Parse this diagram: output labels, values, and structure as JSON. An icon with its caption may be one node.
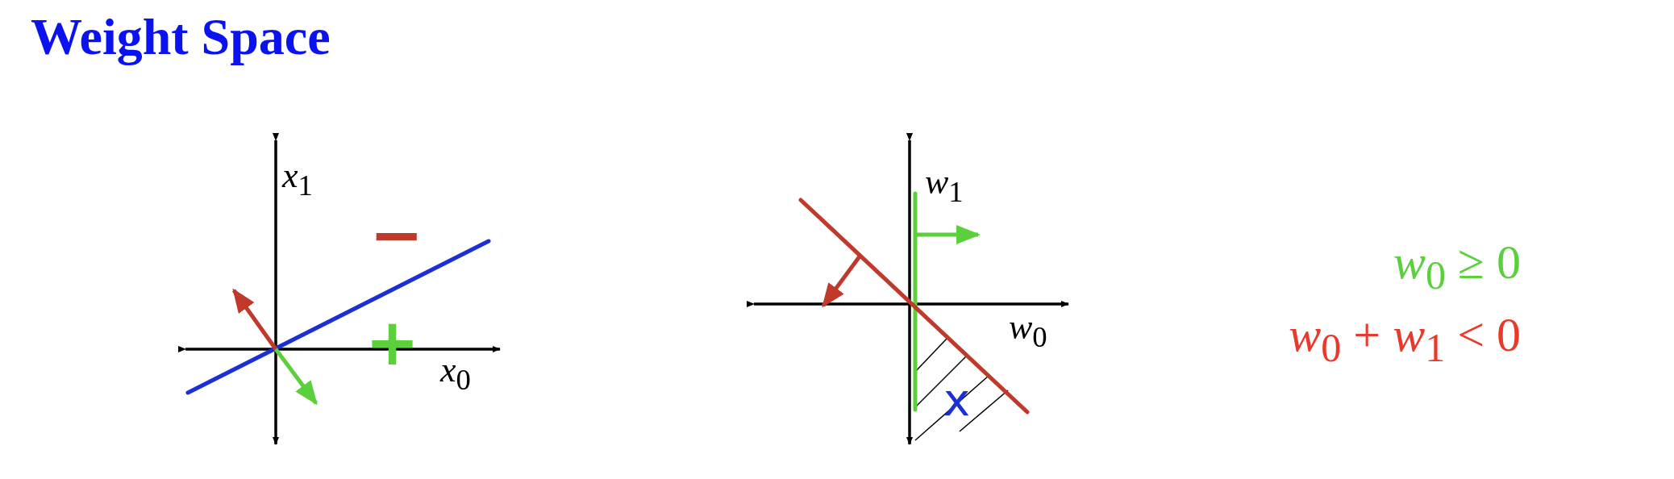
{
  "diagram": {
    "title": "Weight Space",
    "labels": [
      "*x*$_{1}$",
      "−",
      "+",
      "*x*$_{0}$",
      "*w*$_{1}$",
      "*w*$_{0}$",
      "x",
      "*w*$_{0}$ ≥ 0",
      "*w*$_{0}$ + *w*$_{1}$ < 0"
    ]
  }
}
